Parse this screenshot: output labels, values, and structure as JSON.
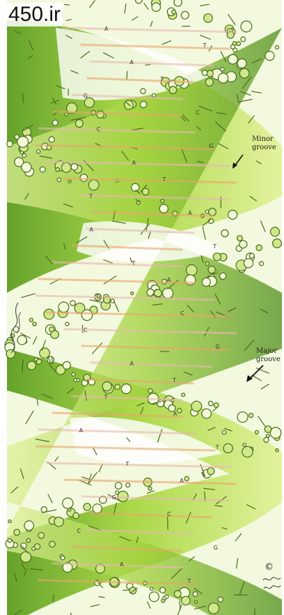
{
  "watermark": "450.ir",
  "labels": {
    "minor_groove": "Minor groove",
    "major_groove": "Major groove",
    "copyright": "©"
  },
  "base_letters": [
    {
      "letter": "A",
      "color": "#333"
    },
    {
      "letter": "T",
      "color": "#333"
    },
    {
      "letter": "A",
      "color": "#333"
    },
    {
      "letter": "T",
      "color": "#333"
    },
    {
      "letter": "G",
      "color": "#333"
    },
    {
      "letter": "C",
      "color": "#333"
    },
    {
      "letter": "C",
      "color": "#333"
    },
    {
      "letter": "G",
      "color": "#333"
    },
    {
      "letter": "A",
      "color": "#333"
    },
    {
      "letter": "T",
      "color": "#333"
    },
    {
      "letter": "T",
      "color": "#333"
    },
    {
      "letter": "A",
      "color": "#333"
    },
    {
      "letter": "A",
      "color": "#333"
    },
    {
      "letter": "T",
      "color": "#333"
    },
    {
      "letter": "T",
      "color": "#333"
    },
    {
      "letter": "A",
      "color": "#333"
    },
    {
      "letter": "G",
      "color": "#333"
    },
    {
      "letter": "C",
      "color": "#333"
    },
    {
      "letter": "C",
      "color": "#333"
    },
    {
      "letter": "G",
      "color": "#333"
    },
    {
      "letter": "A",
      "color": "#333"
    },
    {
      "letter": "T",
      "color": "#333"
    },
    {
      "letter": "T",
      "color": "#333"
    },
    {
      "letter": "A",
      "color": "#333"
    },
    {
      "letter": "A",
      "color": "#333"
    },
    {
      "letter": "T",
      "color": "#333"
    },
    {
      "letter": "T",
      "color": "#333"
    },
    {
      "letter": "A",
      "color": "#333"
    },
    {
      "letter": "G",
      "color": "#333"
    },
    {
      "letter": "C",
      "color": "#333"
    },
    {
      "letter": "C",
      "color": "#333"
    },
    {
      "letter": "G",
      "color": "#333"
    },
    {
      "letter": "A",
      "color": "#333"
    },
    {
      "letter": "T",
      "color": "#333"
    }
  ],
  "colors": {
    "backbone_dark": "#6fae2a",
    "backbone_mid": "#9fcf3c",
    "backbone_light": "#d9ee8a",
    "atom_stroke": "#4a6b1f",
    "base_orange": "#e9a66a",
    "base_pink": "#e8b9b0"
  }
}
